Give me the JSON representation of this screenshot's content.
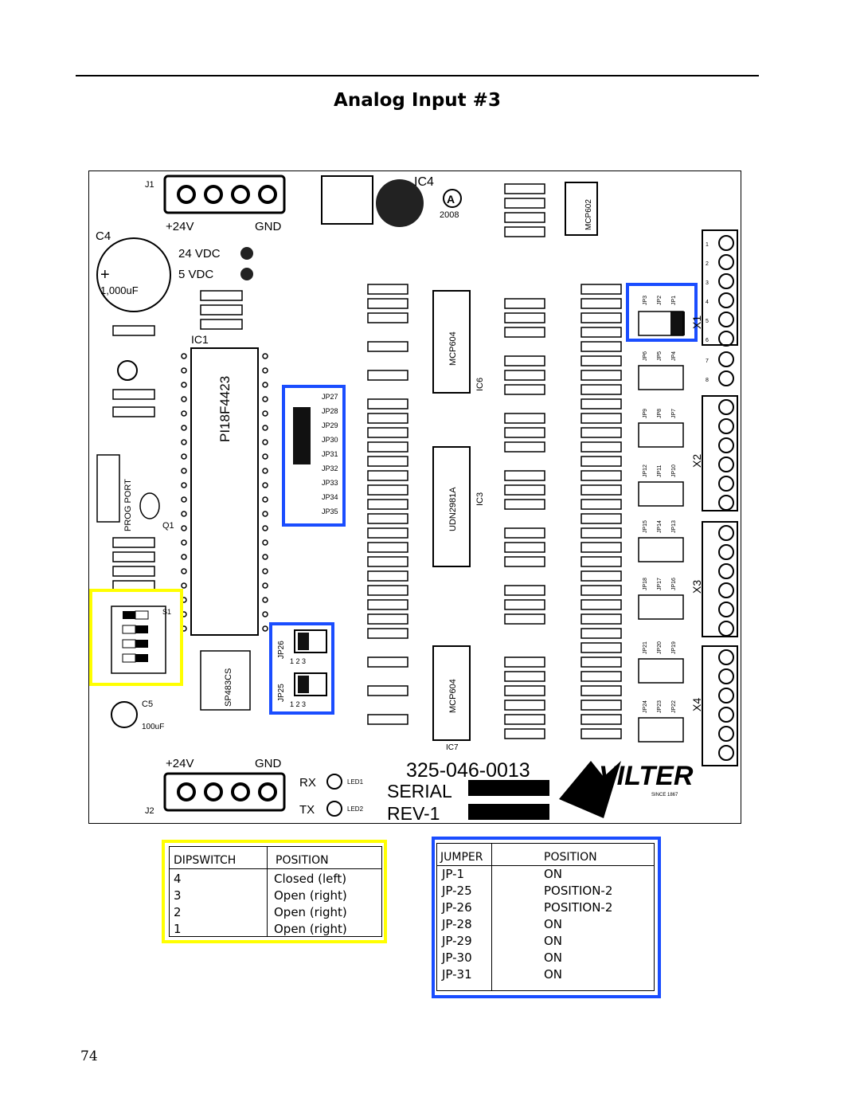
{
  "page": {
    "title": "Analog Input #3",
    "page_number": "74"
  },
  "board": {
    "part_number": "325-046-0013",
    "serial_label": "SERIAL",
    "rev_label": "REV-1",
    "brand": "VILTER",
    "brand_since": "SINCE 1867",
    "year": "2008",
    "cpu_label": "PI18F4423",
    "ic1_label": "IC1",
    "ic4_label": "IC4",
    "ic6_label": "IC6",
    "ic3_label": "IC3",
    "ic7_label": "IC7",
    "ic3_part": "UDN2981A",
    "mcp_label": "MCP604",
    "mcp6002_label": "MCP602",
    "sp_label": "SP483CS",
    "v24_label": "24 VDC",
    "v5_label": "5 VDC",
    "plus24_top": "+24V",
    "gnd_top": "GND",
    "plus24_bot": "+24V",
    "gnd_bot": "GND",
    "j1": "J1",
    "j2": "J2",
    "c4": "C4",
    "cap_value": "1,000uF",
    "c5": "C5",
    "c5_value": "100uF",
    "rx": "RX",
    "tx": "TX",
    "led1": "LED1",
    "led2": "LED2",
    "prog_port": "PROG PORT",
    "s1": "S1",
    "q1": "Q1",
    "x1": "X1",
    "x2": "X2",
    "x3": "X3",
    "x4": "X4",
    "jp26": "JP26",
    "jp25": "JP25",
    "jumper_digits": "1  2  3",
    "jp_stack": [
      "JP27",
      "JP28",
      "JP29",
      "JP30",
      "JP31",
      "JP32",
      "JP33",
      "JP34",
      "JP35"
    ],
    "jp_group_1": [
      "JP3",
      "JP2",
      "JP1"
    ],
    "jp_group_2": [
      "JP6",
      "JP5",
      "JP4"
    ],
    "jp_group_3": [
      "JP9",
      "JP8",
      "JP7"
    ],
    "jp_group_4": [
      "JP12",
      "JP11",
      "JP10"
    ],
    "jp_group_5": [
      "JP15",
      "JP14",
      "JP13"
    ],
    "jp_group_6": [
      "JP18",
      "JP17",
      "JP16"
    ],
    "jp_group_7": [
      "JP21",
      "JP20",
      "JP19"
    ],
    "jp_group_8": [
      "JP24",
      "JP23",
      "JP22"
    ],
    "terminal_numbers": [
      "1",
      "2",
      "3",
      "4",
      "5",
      "6",
      "7",
      "8"
    ]
  },
  "dipswitch_table": {
    "col1": "DIPSWITCH",
    "col2": "POSITION",
    "rows": [
      {
        "switch": "4",
        "position": "Closed (left)"
      },
      {
        "switch": "3",
        "position": "Open (right)"
      },
      {
        "switch": "2",
        "position": "Open (right)"
      },
      {
        "switch": "1",
        "position": "Open (right)"
      }
    ],
    "highlight_color": "#ffff00"
  },
  "jumper_table": {
    "col1": "JUMPER",
    "col2": "POSITION",
    "rows": [
      {
        "jumper": "JP-1",
        "position": "ON"
      },
      {
        "jumper": "JP-25",
        "position": "POSITION-2"
      },
      {
        "jumper": "JP-26",
        "position": "POSITION-2"
      },
      {
        "jumper": "JP-28",
        "position": "ON"
      },
      {
        "jumper": "JP-29",
        "position": "ON"
      },
      {
        "jumper": "JP-30",
        "position": "ON"
      },
      {
        "jumper": "JP-31",
        "position": "ON"
      }
    ],
    "highlight_color": "#1a4dff"
  }
}
